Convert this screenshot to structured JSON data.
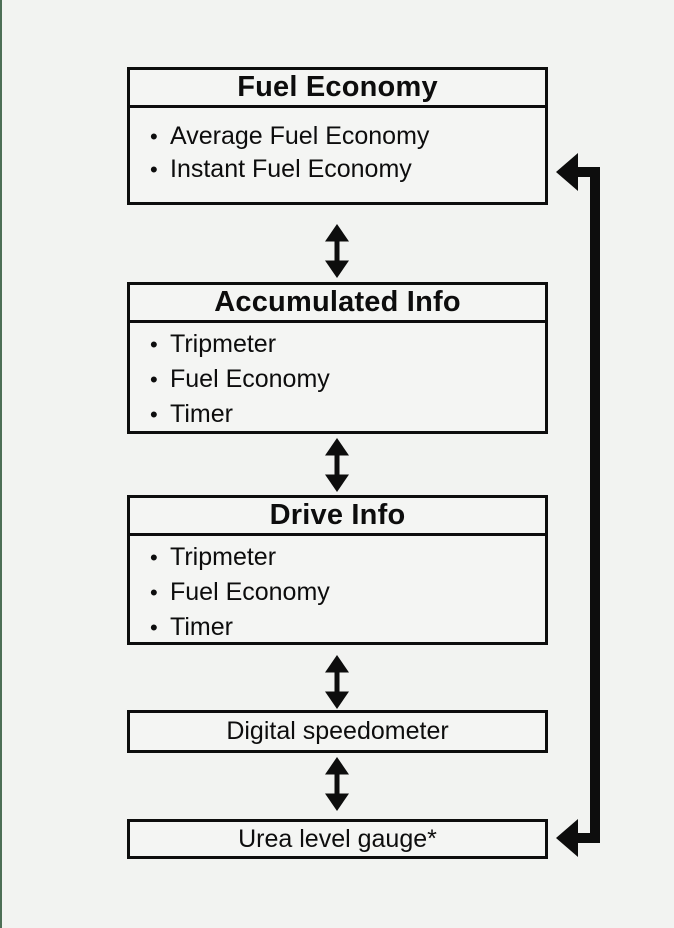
{
  "page": {
    "colors": {
      "background": "#f2f3f1",
      "box_fill": "#f4f5f3",
      "line": "#0d0d0d",
      "left_edge": "#4d6f56"
    }
  },
  "icons": {
    "bullet": "•",
    "vertical_double_arrow": "up-down double-headed arrow",
    "wrap_around_arrow": "left-pointing arrowheads joined by vertical loop line"
  },
  "diagram": {
    "bullet": "•",
    "boxes": [
      {
        "title": "Fuel Economy",
        "items": [
          "Average Fuel Economy",
          "Instant Fuel Economy"
        ]
      },
      {
        "title": "Accumulated Info",
        "items": [
          "Tripmeter",
          "Fuel Economy",
          "Timer"
        ]
      },
      {
        "title": "Drive Info",
        "items": [
          "Tripmeter",
          "Fuel Economy",
          "Timer"
        ]
      },
      {
        "label": "Digital speedometer"
      },
      {
        "label": "Urea level gauge*"
      }
    ]
  }
}
